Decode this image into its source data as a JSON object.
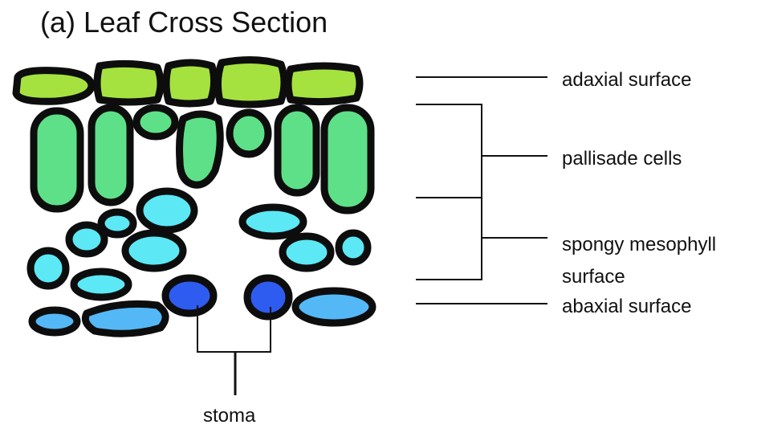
{
  "title": "(a) Leaf Cross Section",
  "labels": {
    "adaxial": "adaxial surface",
    "pallisade": "pallisade cells",
    "spongy_line1": "spongy mesophyll",
    "spongy_line2": "surface",
    "abaxial": "abaxial surface",
    "stoma": "stoma"
  },
  "colors": {
    "upper_epidermis": "#a6e23f",
    "palisade": "#5ee088",
    "spongy": "#5ce8f5",
    "lower_epidermis": "#55b8f6",
    "guard_cell": "#2f5cf0",
    "outline": "#0d0d0d"
  }
}
